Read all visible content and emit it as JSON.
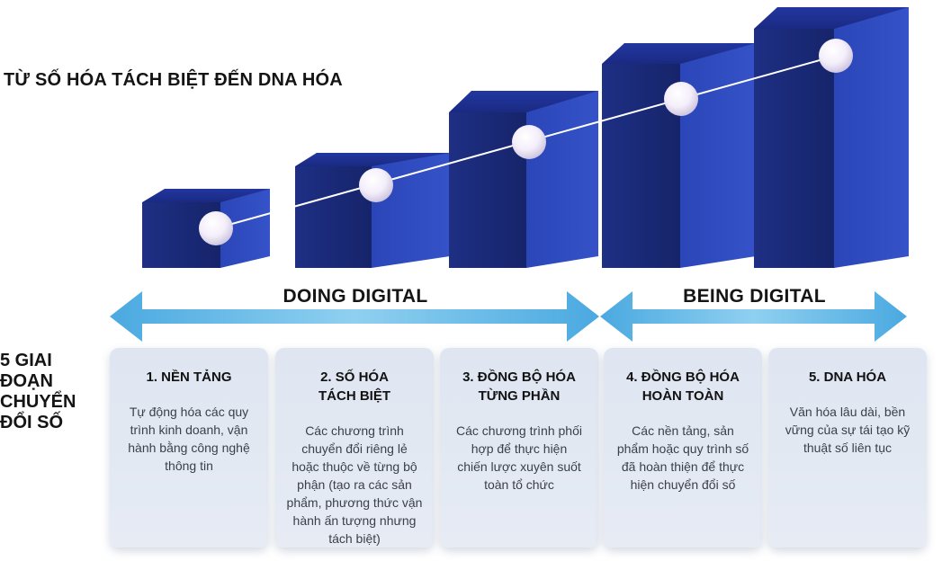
{
  "title": "TỪ SỐ HÓA TÁCH BIỆT ĐẾN DNA HÓA",
  "side_label": [
    "5 GIAI",
    "ĐOẠN",
    "CHUYỂN",
    "ĐỔI SỐ"
  ],
  "arrows": {
    "doing": "DOING DIGITAL",
    "being": "BEING DIGITAL"
  },
  "colors": {
    "block_dark": "#1b2a78",
    "block_light": "#2c43b0",
    "arrow": "#5bb6e6",
    "card_bg": "#e2e8f2"
  },
  "stages": [
    {
      "title": "1. NỀN TẢNG",
      "desc": "Tự động hóa các quy\ntrình kinh doanh, vận\nhành bằng công nghệ\nthông tin"
    },
    {
      "title": "2. SỐ HÓA\nTÁCH BIỆT",
      "desc": "Các chương trình\nchuyển đổi riêng lẻ\nhoặc thuộc về từng bộ\nphận (tạo ra các sản\nphẩm, phương thức vận\nhành ấn tượng nhưng\ntách biệt)"
    },
    {
      "title": "3. ĐỒNG BỘ HÓA\nTỪNG PHẦN",
      "desc": "Các chương trình phối\nhợp để thực hiện\nchiến lược xuyên suốt\ntoàn tổ chức"
    },
    {
      "title": "4. ĐỒNG BỘ HÓA\nHOÀN TOÀN",
      "desc": "Các nền tảng, sản\nphẩm hoặc quy trình số\nđã hoàn thiện để thực\nhiện chuyển đổi số"
    },
    {
      "title": "5. DNA HÓA",
      "desc": "Văn hóa lâu dài, bền\nvững của sự tái tạo kỹ\nthuật số liên tục"
    }
  ]
}
